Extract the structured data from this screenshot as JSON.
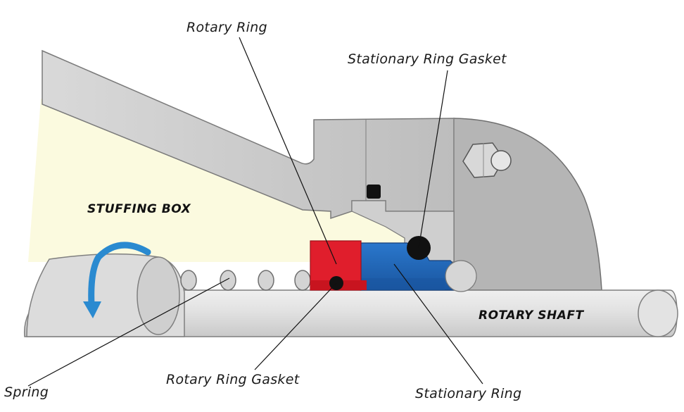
{
  "labels": {
    "rotary_ring": "Rotary Ring",
    "stationary_ring_gasket": "Stationary Ring Gasket",
    "stuffing_box": "STUFFING BOX",
    "rotary_shaft": "ROTARY SHAFT",
    "spring": "Spring",
    "rotary_ring_gasket": "Rotary Ring Gasket",
    "stationary_ring": "Stationary Ring"
  },
  "icons": {
    "rotation_arrow": "curved-arrow-icon",
    "gland_bolt": "hex-bolt-icon"
  },
  "colors": {
    "rotary_ring": "#e01e2c",
    "stationary_ring": "#1f66b8",
    "gasket": "#111111",
    "metal": "#c8c8c8",
    "fluid_region": "#fbfadf",
    "rotation_arrow": "#2a8ad0"
  }
}
